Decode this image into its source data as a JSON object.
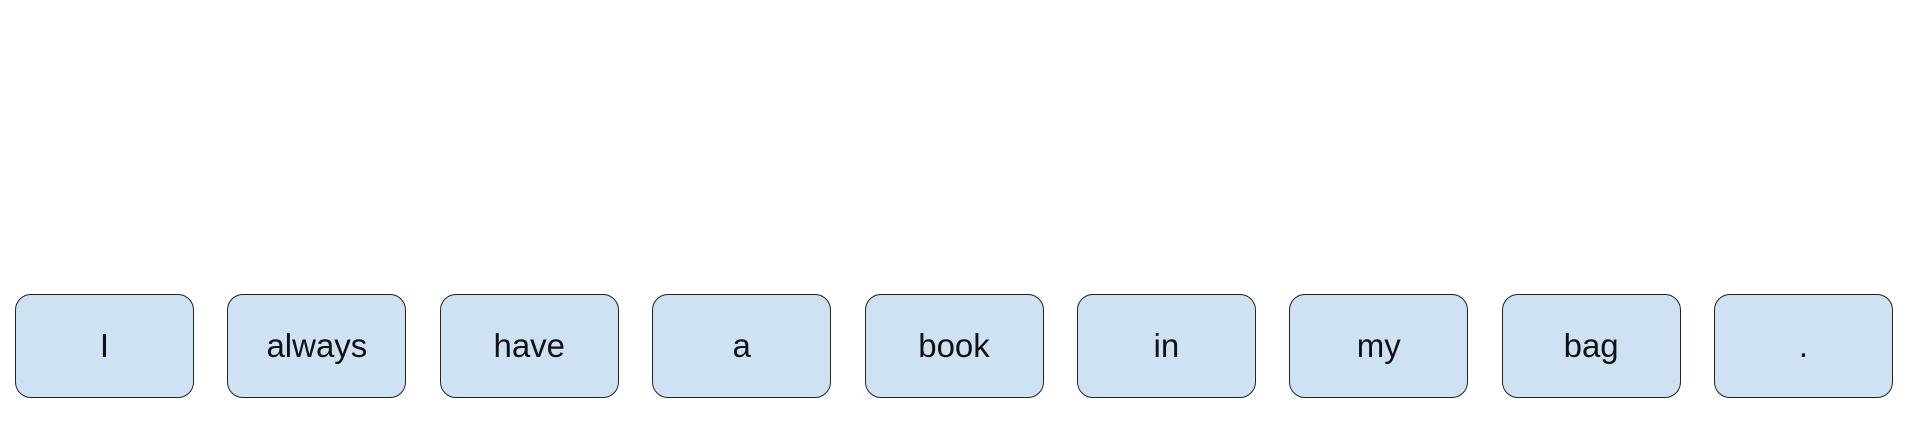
{
  "tokens": [
    "I",
    "always",
    "have",
    "a",
    "book",
    "in",
    "my",
    "bag",
    "."
  ],
  "colors": {
    "token_fill": "#cfe2f3",
    "token_border": "#222222",
    "text": "#111111",
    "background": "#ffffff"
  }
}
